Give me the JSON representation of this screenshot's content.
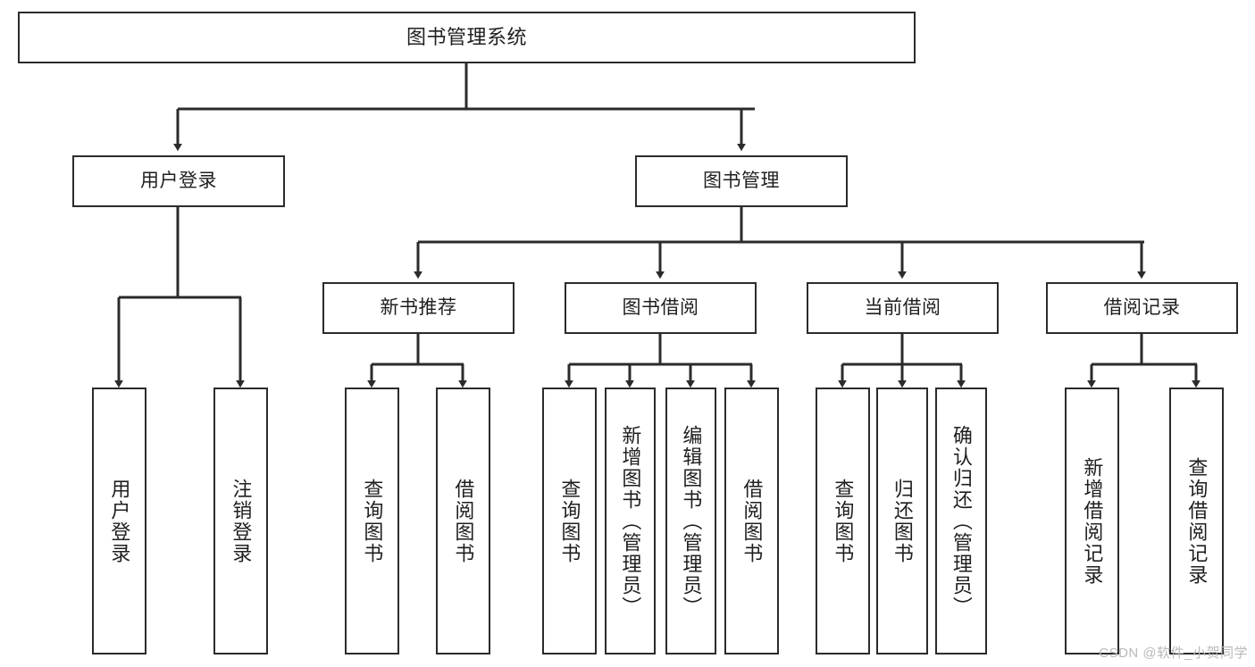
{
  "diagram": {
    "title": "图书管理系统",
    "watermark": "CSDN @软件_小贺同学",
    "colors": {
      "box_border": "#2b2b2b",
      "box_fill": "#ffffff",
      "text": "#1f1f1f",
      "edge": "#2b2b2b",
      "watermark": "#b9b9b9",
      "background": "#ffffff"
    },
    "root": {
      "label": "图书管理系统"
    },
    "level1": [
      {
        "label": "用户登录"
      },
      {
        "label": "图书管理"
      }
    ],
    "level2": [
      {
        "label": "新书推荐"
      },
      {
        "label": "图书借阅"
      },
      {
        "label": "当前借阅"
      },
      {
        "label": "借阅记录"
      }
    ],
    "leaves": {
      "user_login": [
        {
          "label": "用户登录"
        },
        {
          "label": "注销登录"
        }
      ],
      "new_book_recommend": [
        {
          "label": "查询图书"
        },
        {
          "label": "借阅图书"
        }
      ],
      "book_borrow": [
        {
          "label": "查询图书"
        },
        {
          "label": "新增图书（管理员）"
        },
        {
          "label": "编辑图书（管理员）"
        },
        {
          "label": "借阅图书"
        }
      ],
      "current_borrow": [
        {
          "label": "查询图书"
        },
        {
          "label": "归还图书"
        },
        {
          "label": "确认归还（管理员）"
        }
      ],
      "borrow_record": [
        {
          "label": "新增借阅记录"
        },
        {
          "label": "查询借阅记录"
        }
      ]
    }
  }
}
